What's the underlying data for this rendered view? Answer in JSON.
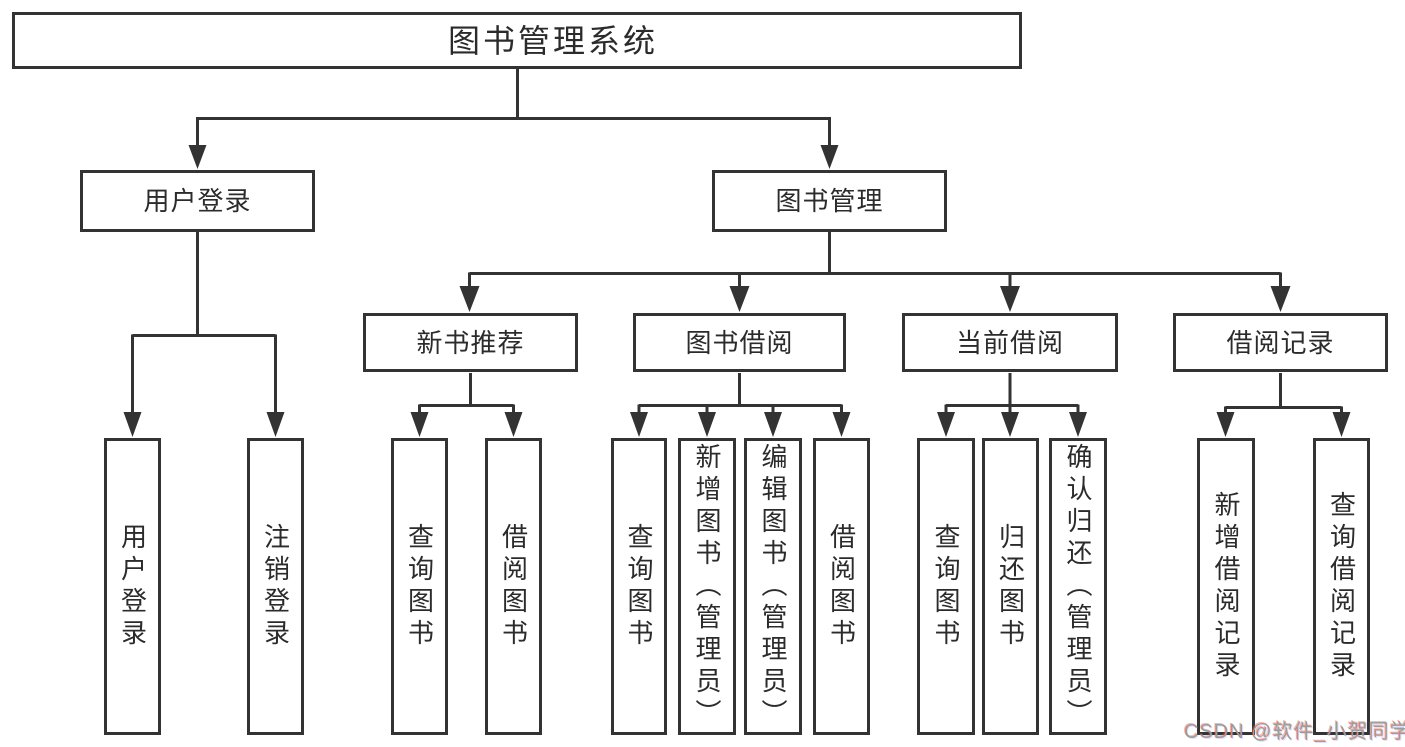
{
  "colors": {
    "background": "#ffffff",
    "line": "#333333",
    "text": "#2b2b2b",
    "watermark_text": "#9c9c9c",
    "watermark_shadow": "#fc5531"
  },
  "diagram": {
    "root": {
      "label": "图书管理系统"
    },
    "level2": [
      {
        "label": "用户登录"
      },
      {
        "label": "图书管理"
      }
    ],
    "level3": [
      {
        "label": "新书推荐",
        "parent": "图书管理"
      },
      {
        "label": "图书借阅",
        "parent": "图书管理"
      },
      {
        "label": "当前借阅",
        "parent": "图书管理"
      },
      {
        "label": "借阅记录",
        "parent": "图书管理"
      }
    ],
    "level4": [
      {
        "label": "用户登录",
        "parent": "用户登录"
      },
      {
        "label": "注销登录",
        "parent": "用户登录"
      },
      {
        "label": "查询图书",
        "parent": "新书推荐"
      },
      {
        "label": "借阅图书",
        "parent": "新书推荐"
      },
      {
        "label": "查询图书",
        "parent": "图书借阅"
      },
      {
        "label": "新增图书（管理员）",
        "parent": "图书借阅"
      },
      {
        "label": "编辑图书（管理员）",
        "parent": "图书借阅"
      },
      {
        "label": "借阅图书",
        "parent": "图书借阅"
      },
      {
        "label": "查询图书",
        "parent": "当前借阅"
      },
      {
        "label": "归还图书",
        "parent": "当前借阅"
      },
      {
        "label": "确认归还（管理员）",
        "parent": "当前借阅"
      },
      {
        "label": "新增借阅记录",
        "parent": "借阅记录"
      },
      {
        "label": "查询借阅记录",
        "parent": "借阅记录"
      }
    ]
  },
  "watermark": {
    "text": "CSDN @软件_小贺同学"
  }
}
